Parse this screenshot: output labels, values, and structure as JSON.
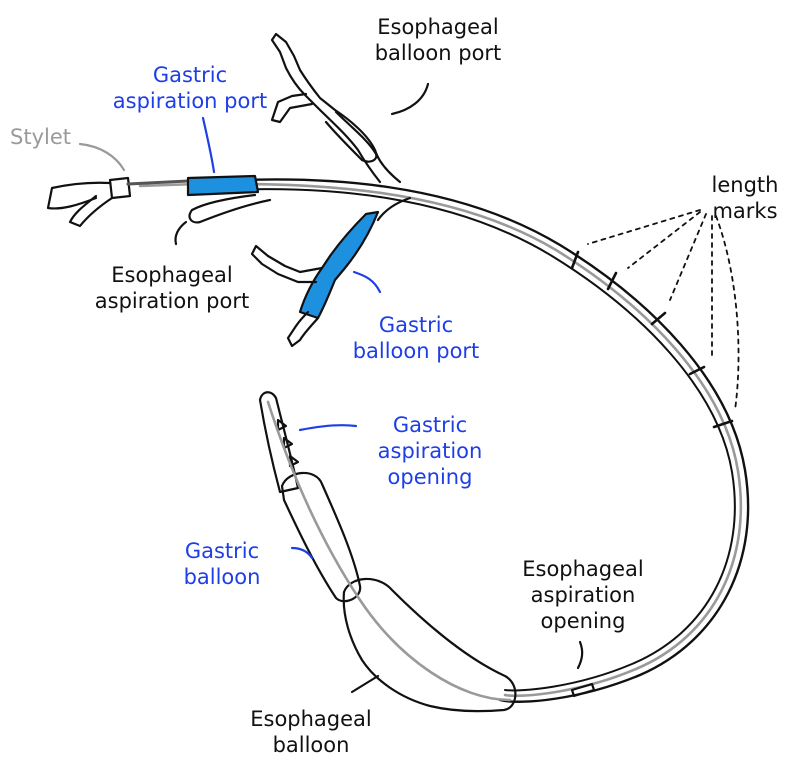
{
  "labels": {
    "stylet": "Stylet",
    "gastric_aspiration_port": [
      "Gastric",
      "aspiration port"
    ],
    "esophageal_balloon_port": [
      "Esophageal",
      "balloon port"
    ],
    "esophageal_aspiration_port": [
      "Esophageal",
      "aspiration port"
    ],
    "gastric_balloon_port": [
      "Gastric",
      "balloon port"
    ],
    "length_marks": [
      "length",
      "marks"
    ],
    "gastric_aspiration_opening": [
      "Gastric",
      "aspiration",
      "opening"
    ],
    "gastric_balloon": [
      "Gastric",
      "balloon"
    ],
    "esophageal_aspiration_opening": [
      "Esophageal",
      "aspiration",
      "opening"
    ],
    "esophageal_balloon": [
      "Esophageal",
      "balloon"
    ]
  },
  "colors": {
    "gastric_label": "#1f3fe6",
    "gastric_component": "#1e90e0",
    "outline": "#111111",
    "stylet": "#9a9a9a"
  }
}
